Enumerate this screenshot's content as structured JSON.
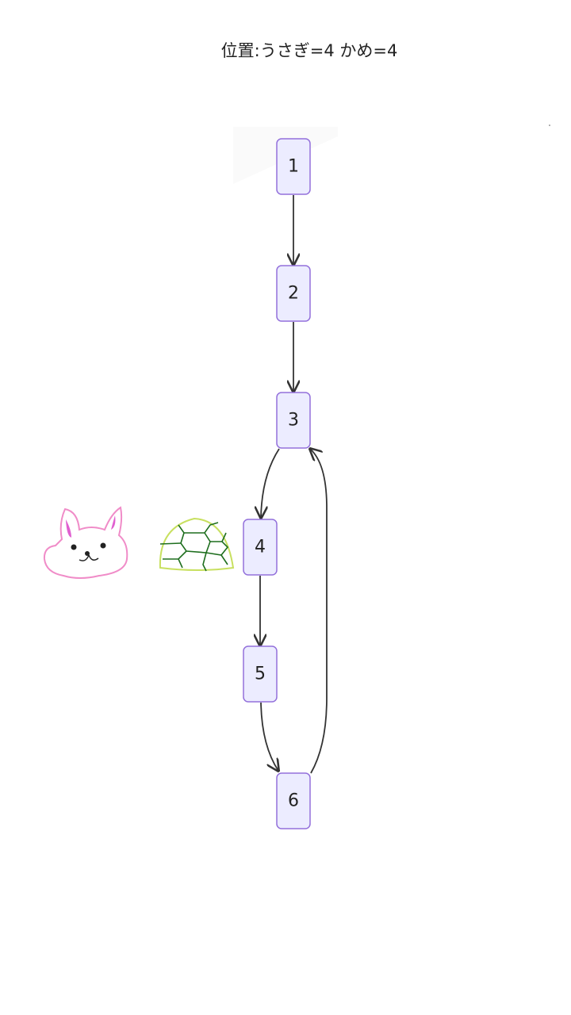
{
  "title": "位置:うさぎ=4 かめ=4",
  "nodes": [
    {
      "id": "1",
      "label": "1"
    },
    {
      "id": "2",
      "label": "2"
    },
    {
      "id": "3",
      "label": "3"
    },
    {
      "id": "4",
      "label": "4"
    },
    {
      "id": "5",
      "label": "5"
    },
    {
      "id": "6",
      "label": "6"
    }
  ],
  "edges": [
    {
      "from": "1",
      "to": "2"
    },
    {
      "from": "2",
      "to": "3"
    },
    {
      "from": "3",
      "to": "4"
    },
    {
      "from": "4",
      "to": "5"
    },
    {
      "from": "5",
      "to": "6"
    },
    {
      "from": "6",
      "to": "3"
    }
  ],
  "positions": {
    "rabbit": "4",
    "turtle": "4"
  },
  "colors": {
    "node_fill": "#ECECFF",
    "node_stroke": "#9370DB",
    "rabbit": "#F08CC8",
    "turtle_shell": "#C8E060",
    "turtle_lines": "#1E6E1E"
  }
}
